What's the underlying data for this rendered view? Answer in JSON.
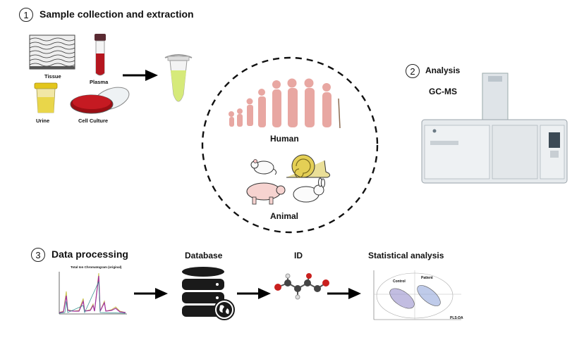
{
  "step1": {
    "number": "1",
    "title": "Sample collection and extraction",
    "samples": {
      "tissue": "Tissue",
      "plasma": "Plasma",
      "urine": "Urine",
      "cell_culture": "Cell Culture"
    }
  },
  "step2": {
    "number": "2",
    "title": "Analysis",
    "instrument": "GC-MS"
  },
  "organisms": {
    "human": "Human",
    "animal": "Animal"
  },
  "step3": {
    "number": "3",
    "title": "Data processing",
    "chrom_title": "Total Ion Chromatogram (original)",
    "database": "Database",
    "id": "ID",
    "stats": "Statistical analysis"
  },
  "plsda": {
    "control": "Control",
    "patient": "Patient",
    "method": "PLS-DA"
  },
  "colors": {
    "plasma_red": "#b5161f",
    "urine_yellow": "#e9d64a",
    "tube_green": "#d6ea7a",
    "human_pink": "#e8a7a2",
    "db_black": "#1a1a1a",
    "ellipse_purple": "#8f86c9"
  }
}
